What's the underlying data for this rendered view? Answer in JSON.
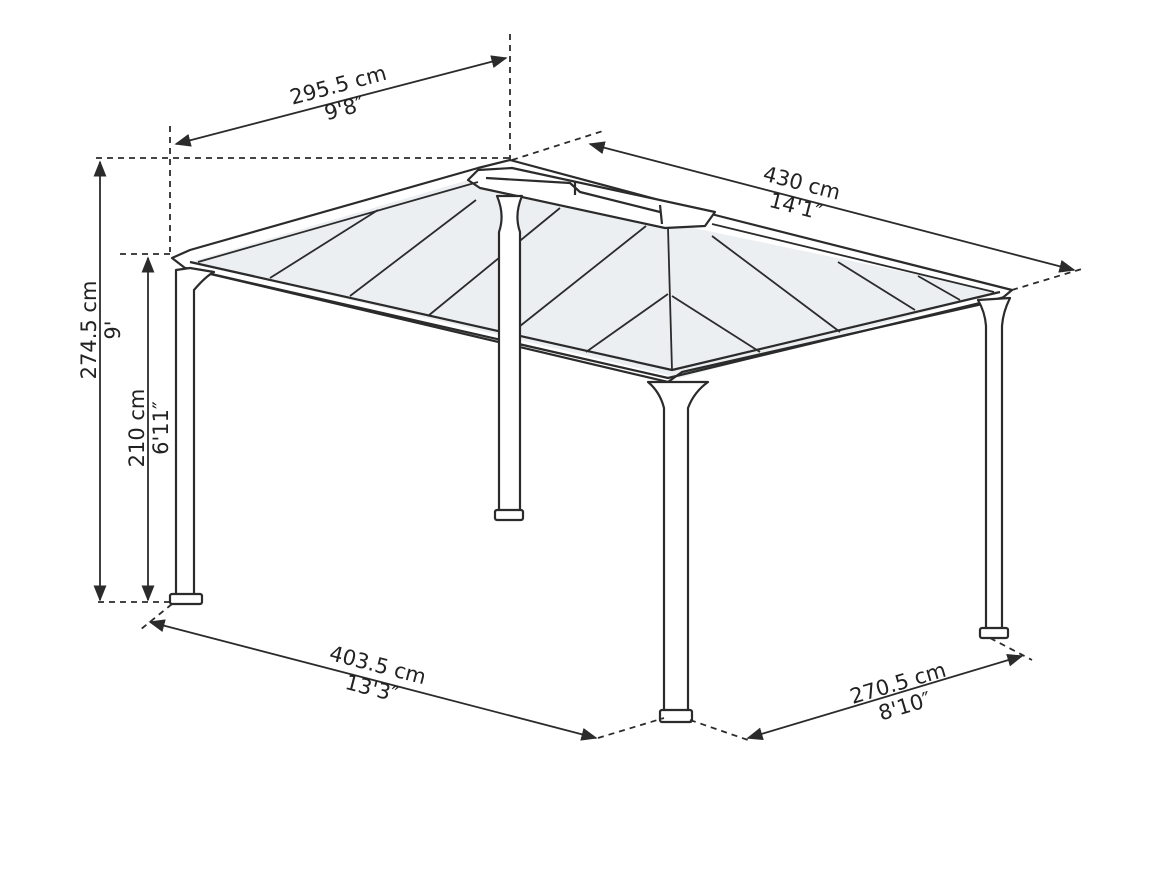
{
  "dimensions": {
    "roof_width": {
      "metric": "295.5 cm",
      "imperial": "9'8″"
    },
    "roof_length": {
      "metric": "430 cm",
      "imperial": "14'1″"
    },
    "total_height": {
      "metric": "274.5 cm",
      "imperial": "9'"
    },
    "side_height": {
      "metric": "210 cm",
      "imperial": "6'11″"
    },
    "base_length": {
      "metric": "403.5 cm",
      "imperial": "13'3″"
    },
    "base_width": {
      "metric": "270.5 cm",
      "imperial": "8'10″"
    }
  },
  "colors": {
    "line": "#2b2b2b",
    "roof_panel": "#eceff1",
    "background": "#ffffff"
  }
}
